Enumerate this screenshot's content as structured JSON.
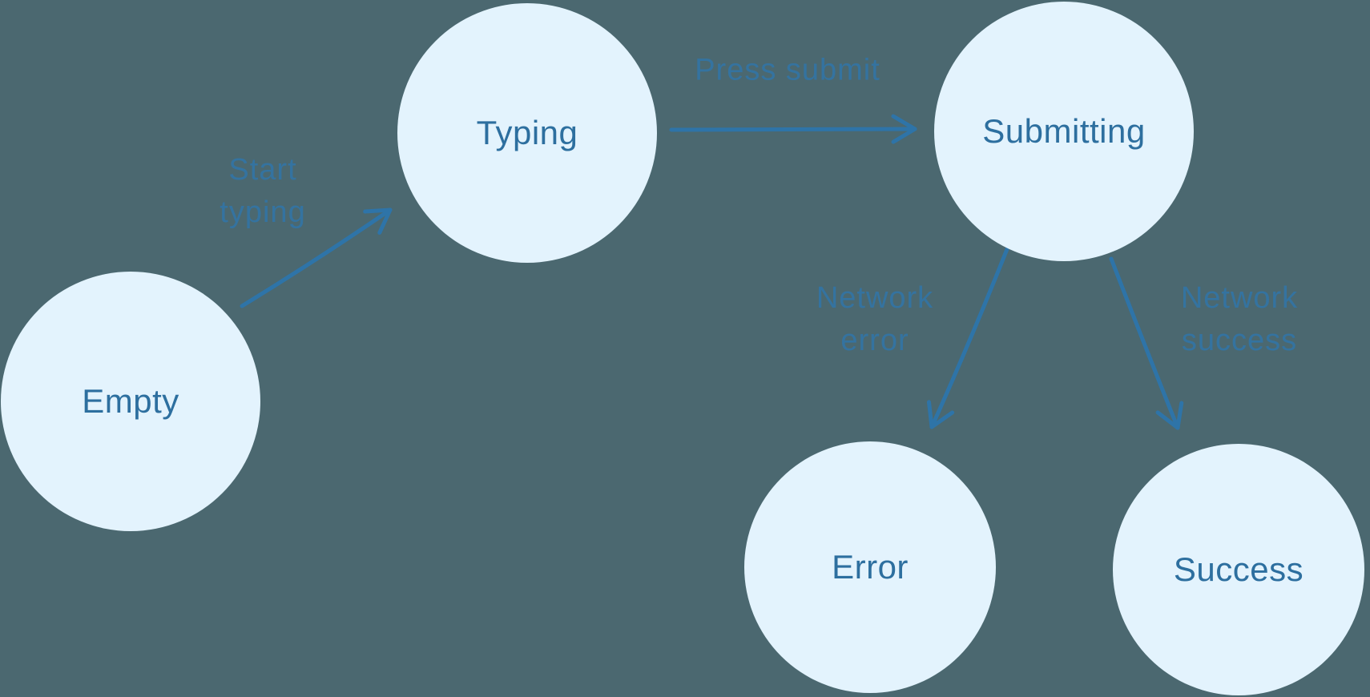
{
  "diagram": {
    "type": "state-machine",
    "colors": {
      "background": "#4b6870",
      "node_fill": "#e3f3fd",
      "node_text": "#2d6f9f",
      "arrow": "#2e74a8",
      "edge_label": "#2f76ad"
    },
    "states": [
      {
        "id": "empty",
        "label": "Empty"
      },
      {
        "id": "typing",
        "label": "Typing"
      },
      {
        "id": "submitting",
        "label": "Submitting"
      },
      {
        "id": "error",
        "label": "Error"
      },
      {
        "id": "success",
        "label": "Success"
      }
    ],
    "transitions": [
      {
        "id": "start-typing",
        "from": "Empty",
        "to": "Typing",
        "label": "Start typing",
        "lines": [
          "Start",
          "typing"
        ]
      },
      {
        "id": "press-submit",
        "from": "Typing",
        "to": "Submitting",
        "label": "Press submit",
        "lines": [
          "Press submit"
        ]
      },
      {
        "id": "network-error",
        "from": "Submitting",
        "to": "Error",
        "label": "Network error",
        "lines": [
          "Network",
          "error"
        ]
      },
      {
        "id": "network-success",
        "from": "Submitting",
        "to": "Success",
        "label": "Network success",
        "lines": [
          "Network",
          "success"
        ]
      }
    ]
  }
}
